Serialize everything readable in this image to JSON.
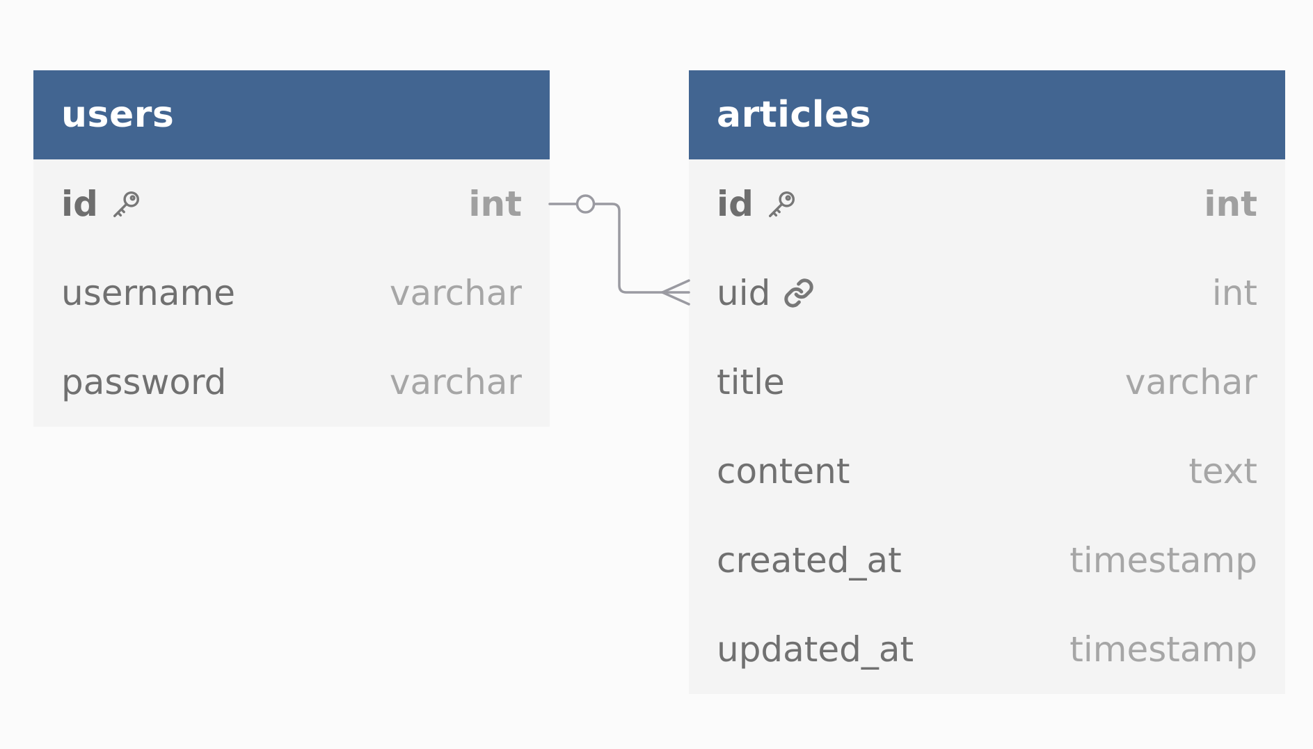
{
  "colors": {
    "header": "#426591",
    "body": "#f4f4f4",
    "line": "#9a9aa1"
  },
  "tables": [
    {
      "name": "users",
      "columns": [
        {
          "name": "id",
          "type": "int",
          "key": "primary",
          "icon": "key-icon"
        },
        {
          "name": "username",
          "type": "varchar"
        },
        {
          "name": "password",
          "type": "varchar"
        }
      ]
    },
    {
      "name": "articles",
      "columns": [
        {
          "name": "id",
          "type": "int",
          "key": "primary",
          "icon": "key-icon"
        },
        {
          "name": "uid",
          "type": "int",
          "key": "foreign",
          "icon": "link-icon"
        },
        {
          "name": "title",
          "type": "varchar"
        },
        {
          "name": "content",
          "type": "text"
        },
        {
          "name": "created_at",
          "type": "timestamp"
        },
        {
          "name": "updated_at",
          "type": "timestamp"
        }
      ]
    }
  ],
  "relations": [
    {
      "from_table": "users",
      "from_column": "id",
      "from_cardinality": "zero-or-one",
      "to_table": "articles",
      "to_column": "uid",
      "to_cardinality": "many"
    }
  ]
}
